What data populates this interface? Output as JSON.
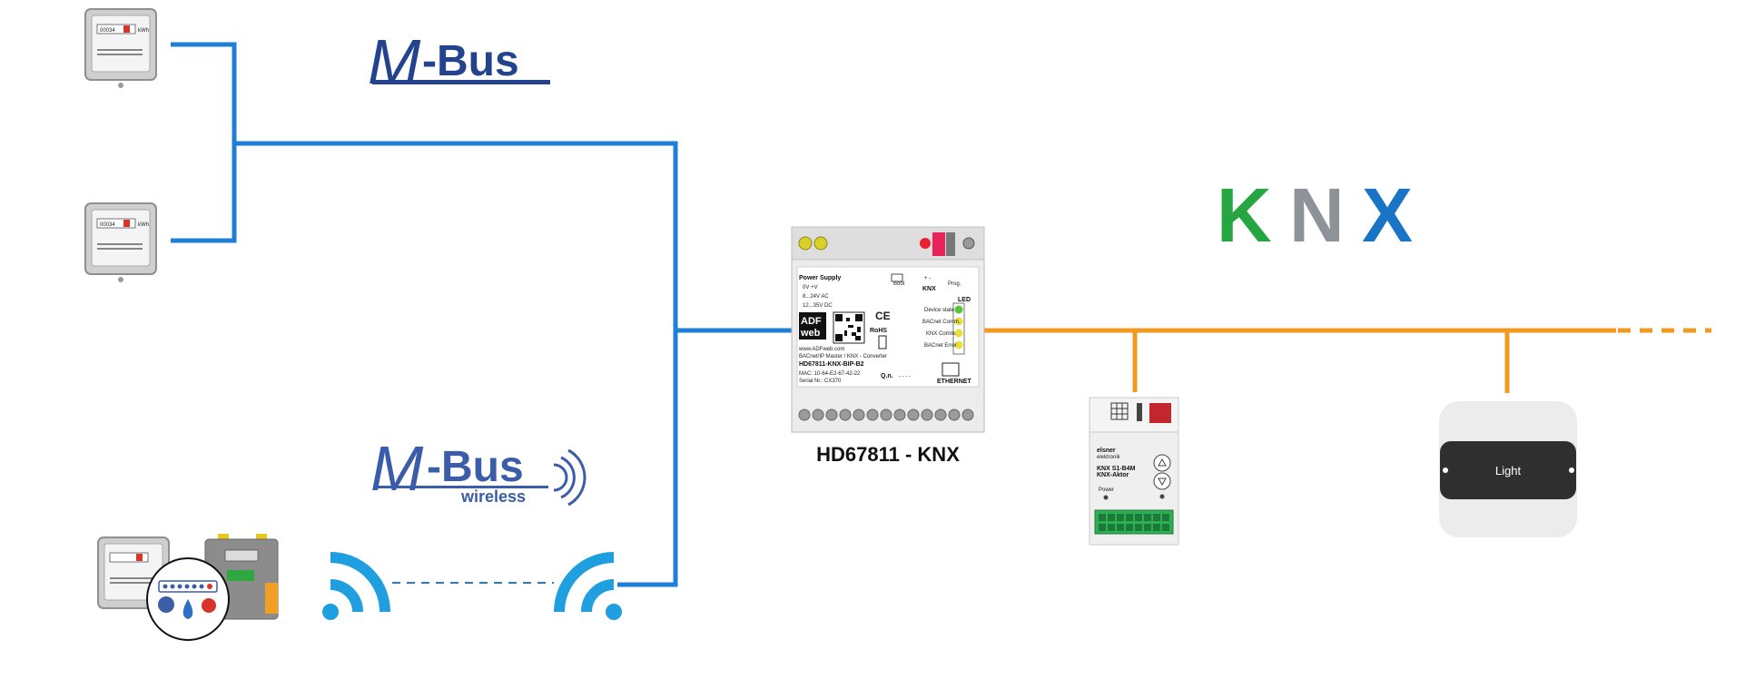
{
  "colors": {
    "mbus_line": "#1f7fd6",
    "knx_line": "#f19a20",
    "mbus_logo": "#24438f",
    "knx_green": "#26a641",
    "knx_grey": "#8d9399",
    "knx_blue": "#1a74c6",
    "light_panel": "#2f2f2f"
  },
  "logos": {
    "mbus": {
      "prefix": "M",
      "suffix": "-Bus"
    },
    "mbus_wireless": {
      "prefix": "M",
      "suffix": "-Bus",
      "sub": "wireless"
    },
    "knx": {
      "k": "K",
      "n": "N",
      "x": "X"
    }
  },
  "meters": {
    "reading": "00034",
    "unit": "kWh"
  },
  "gateway": {
    "caption": "HD67811  - KNX",
    "power_supply": "Power Supply",
    "voltage_labels": "0V    +V",
    "voltage_spec_1": "8...24V AC",
    "voltage_spec_2": "12...35V DC",
    "brand_top": "ADF",
    "brand_bottom": "web",
    "website": "www.ADFweb.com",
    "description": "BACnet/IP Master / KNX - Converter",
    "model": "HD67811-KNX-BIP-B2",
    "mac": "MAC: 10-64-E2-67-42-22",
    "serial": "Serial Nr.: CX370",
    "qn": "Q.n.",
    "qn_value": "- - - -",
    "ce": "CE",
    "rohs": "RoHS",
    "knx": "KNX",
    "led_title": "LED",
    "leds": [
      "Device state",
      "BACnet Comm.",
      "KNX Comm.",
      "BACnet Error"
    ],
    "ethernet": "ETHERNET",
    "boot": "Boot",
    "prog": "Prog.",
    "knx_bus_pins": "+    -"
  },
  "actuator": {
    "brand": "elsner",
    "brand_sub": "elektronik",
    "model_1": "KNX S1-B4M",
    "model_2": "KNX-Aktor",
    "power": "Power"
  },
  "light": {
    "label": "Light"
  }
}
